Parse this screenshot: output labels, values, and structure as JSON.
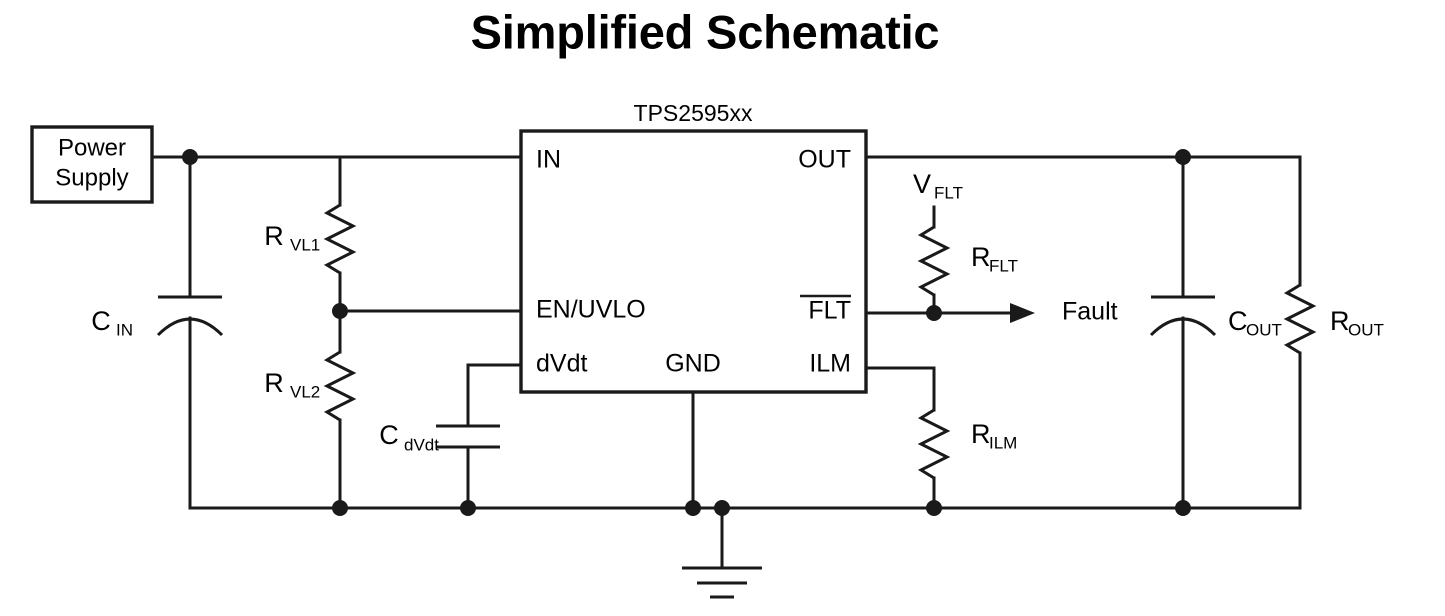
{
  "title": "Simplified Schematic",
  "chip": {
    "part_number": "TPS2595xx",
    "pins": {
      "in": "IN",
      "out": "OUT",
      "en_uvlo": "EN/UVLO",
      "flt": "FLT",
      "flt_active_low": true,
      "dvdt": "dVdt",
      "gnd": "GND",
      "ilm": "ILM"
    }
  },
  "blocks": {
    "power_supply_line1": "Power",
    "power_supply_line2": "Supply"
  },
  "components": {
    "cin": {
      "base": "C",
      "sub": "IN",
      "type": "capacitor-polarized"
    },
    "rvl1": {
      "base": "R",
      "sub": "VL1",
      "type": "resistor"
    },
    "rvl2": {
      "base": "R",
      "sub": "VL2",
      "type": "resistor"
    },
    "cdvdt": {
      "base": "C",
      "sub": "dVdt",
      "type": "capacitor"
    },
    "rflt": {
      "base": "R",
      "sub": "FLT",
      "type": "resistor"
    },
    "rilm": {
      "base": "R",
      "sub": "ILM",
      "type": "resistor"
    },
    "cout": {
      "base": "C",
      "sub": "OUT",
      "type": "capacitor-polarized"
    },
    "rout": {
      "base": "R",
      "sub": "OUT",
      "type": "resistor"
    }
  },
  "signals": {
    "vflt_base": "V",
    "vflt_sub": "FLT",
    "fault": "Fault"
  },
  "colors": {
    "background": "#ffffff",
    "line": "#1a1a1a",
    "text": "#000000"
  }
}
